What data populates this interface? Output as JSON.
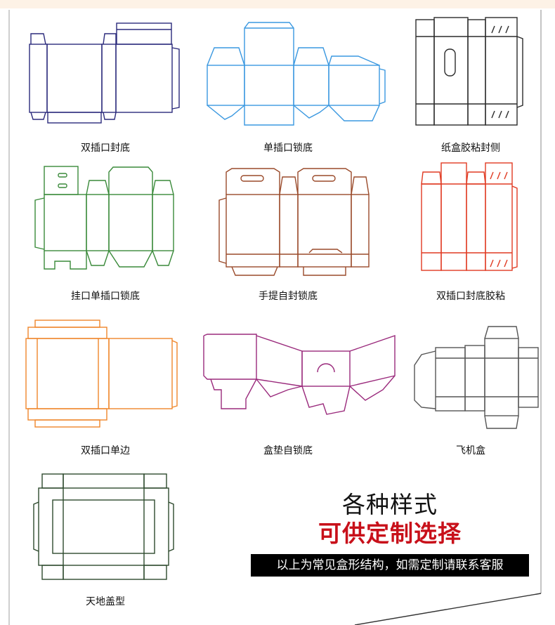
{
  "boxes": [
    {
      "label": "双插口封底",
      "color": "#2b2a7c"
    },
    {
      "label": "单插口锁底",
      "color": "#3a98e0"
    },
    {
      "label": "纸盒胶粘封侧",
      "color": "#2a2a2a"
    },
    {
      "label": "挂口单插口锁底",
      "color": "#3a8a3a"
    },
    {
      "label": "手提自封锁底",
      "color": "#9a4a2a"
    },
    {
      "label": "双插口封底胶粘",
      "color": "#e03a22"
    },
    {
      "label": "双插口单边",
      "color": "#f0862a"
    },
    {
      "label": "盒垫自锁底",
      "color": "#9a2a7c"
    },
    {
      "label": "飞机盒",
      "color": "#555555"
    },
    {
      "label": "天地盖型",
      "color": "#2e4a2e"
    }
  ],
  "promo": {
    "title": "各种样式",
    "subtitle": "可供定制选择",
    "note": "以上为常见盒形结构，如需定制请联系客服"
  }
}
